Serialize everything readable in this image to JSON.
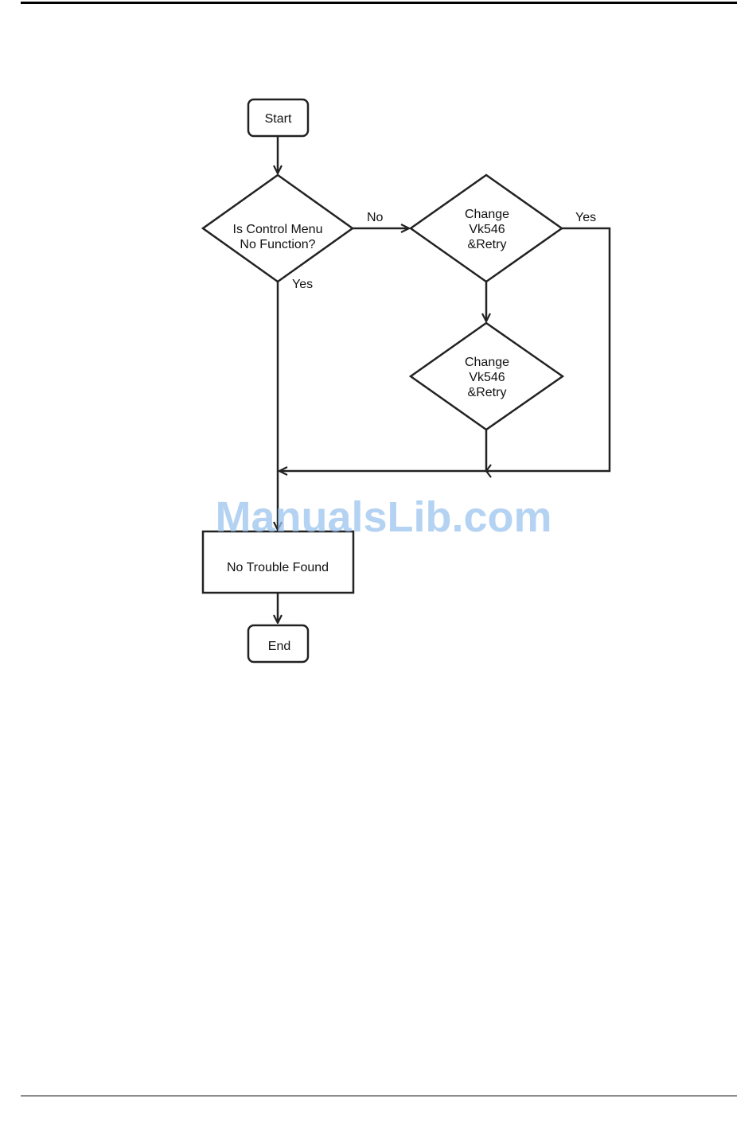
{
  "nodes": {
    "start": "Start",
    "decision_control_menu": [
      "Is Control Menu",
      "No Function?"
    ],
    "change_retry_1": [
      "Change",
      "Vk546",
      "&Retry"
    ],
    "change_retry_2": [
      "Change",
      "Vk546",
      "&Retry"
    ],
    "no_trouble": "No Trouble Found",
    "end": "End"
  },
  "edges": {
    "no_label": "No",
    "yes_label_1": "Yes",
    "yes_label_2": "Yes"
  },
  "watermark": "ManualsLib.com",
  "colors": {
    "stroke": "#222222",
    "watermark": "#9cc3ee"
  }
}
